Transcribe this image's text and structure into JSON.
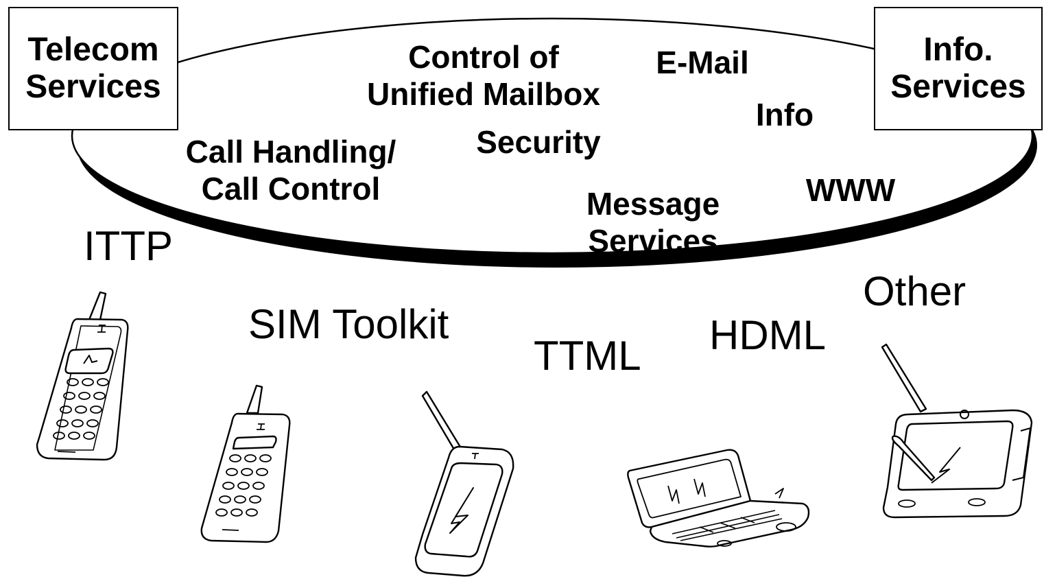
{
  "service_boxes": {
    "telecom": {
      "line1": "Telecom",
      "line2": "Services"
    },
    "info": {
      "line1": "Info.",
      "line2": "Services"
    }
  },
  "services": {
    "control_mailbox": {
      "line1": "Control of",
      "line2": "Unified Mailbox"
    },
    "email": "E-Mail",
    "info": "Info",
    "security": "Security",
    "call_handling": {
      "line1": "Call Handling/",
      "line2": "Call Control"
    },
    "message_services": {
      "line1": "Message",
      "line2": "Services"
    },
    "www": "WWW"
  },
  "protocols": {
    "ittp": "ITTP",
    "sim_toolkit": "SIM Toolkit",
    "ttml": "TTML",
    "hdml": "HDML",
    "other": "Other"
  },
  "devices": [
    "phone-icon",
    "phone-icon",
    "smartphone-icon",
    "flip-communicator-icon",
    "pda-icon"
  ],
  "colors": {
    "ink": "#000000",
    "background": "#ffffff"
  }
}
